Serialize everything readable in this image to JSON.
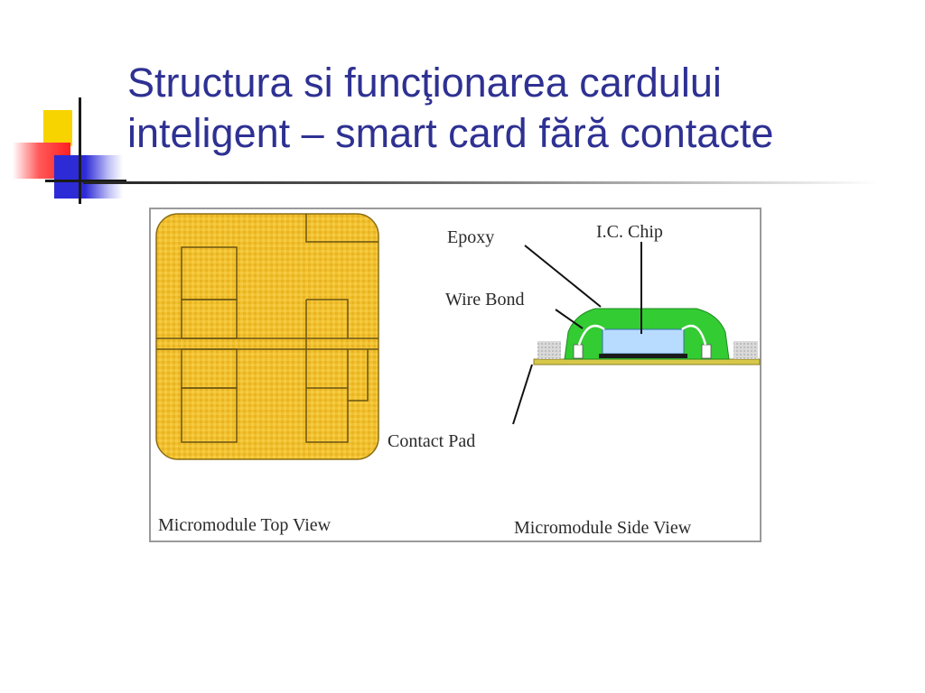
{
  "title": {
    "line1": "Structura si funcţionarea cardului",
    "line2": "inteligent – smart card fără contacte"
  },
  "diagram": {
    "labels": {
      "epoxy": "Epoxy",
      "ic_chip": "I.C. Chip",
      "wire_bond": "Wire Bond",
      "contact_pad": "Contact Pad",
      "top_view": "Micromodule Top View",
      "side_view": "Micromodule Side View"
    },
    "colors": {
      "contact_gold": "#f2c12e",
      "epoxy_green": "#33cc33",
      "chip_blue": "#b8dcff",
      "substrate": "#d8c84a",
      "title_blue": "#2e3192"
    }
  }
}
